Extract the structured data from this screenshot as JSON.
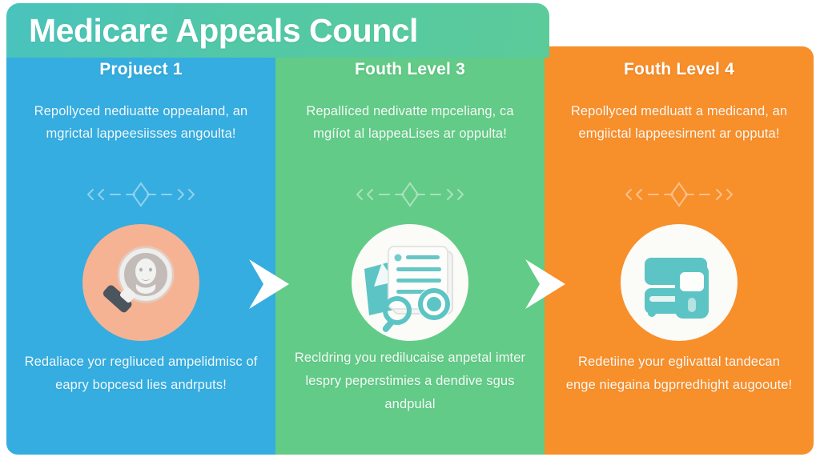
{
  "title": "Medicare Appeals Councl",
  "columns": [
    {
      "header": "Projuect 1",
      "top_text": "Repollyced nediuatte oppealand, an mgrictal lappeesiisses angoulta!",
      "bottom_text": "Redaliace yor regliuced ampelidmisc of eapry bopcesd lies andrputs!",
      "bg_color": "#35ade0",
      "icon_name": "magnifying-glass-over-face-icon",
      "icon_circle_color": "#f6b393"
    },
    {
      "header": "Fouth Level 3",
      "top_text": "Repallíced nedivatte mpceliang, ca mgííot al lappeaLises ar oppulta!",
      "bottom_text": "Recldring you redilucaise anpetal imter lespry peperstimies a dendive sgus andpulal",
      "bg_color": "#62cb87",
      "icon_name": "document-with-magnifier-icon",
      "icon_circle_color": "#fbfbf8"
    },
    {
      "header": "Fouth Level 4",
      "top_text": "Repollyced medluatt a medicand, an emgiictal lappeesirnent ar opputa!",
      "bottom_text": "Redetiine your eglivattal tandecan enge niegaina bgprredhight augooute!",
      "bg_color": "#f78f2b",
      "icon_name": "archive-building-icon",
      "icon_circle_color": "#fbfbf8"
    }
  ],
  "arrows": [
    {
      "name": "flow-arrow-1"
    },
    {
      "name": "flow-arrow-2"
    }
  ],
  "dividers": [
    {
      "name": "ornament-divider-1"
    },
    {
      "name": "ornament-divider-2"
    },
    {
      "name": "ornament-divider-3"
    }
  ],
  "colors": {
    "title_gradient_start": "#49c3bd",
    "title_gradient_end": "#5ccb9a",
    "column_1": "#35ade0",
    "column_2": "#62cb87",
    "column_3": "#f78f2b",
    "icon_accent_teal": "#5cc4c4",
    "page_background": "#ffffff"
  }
}
